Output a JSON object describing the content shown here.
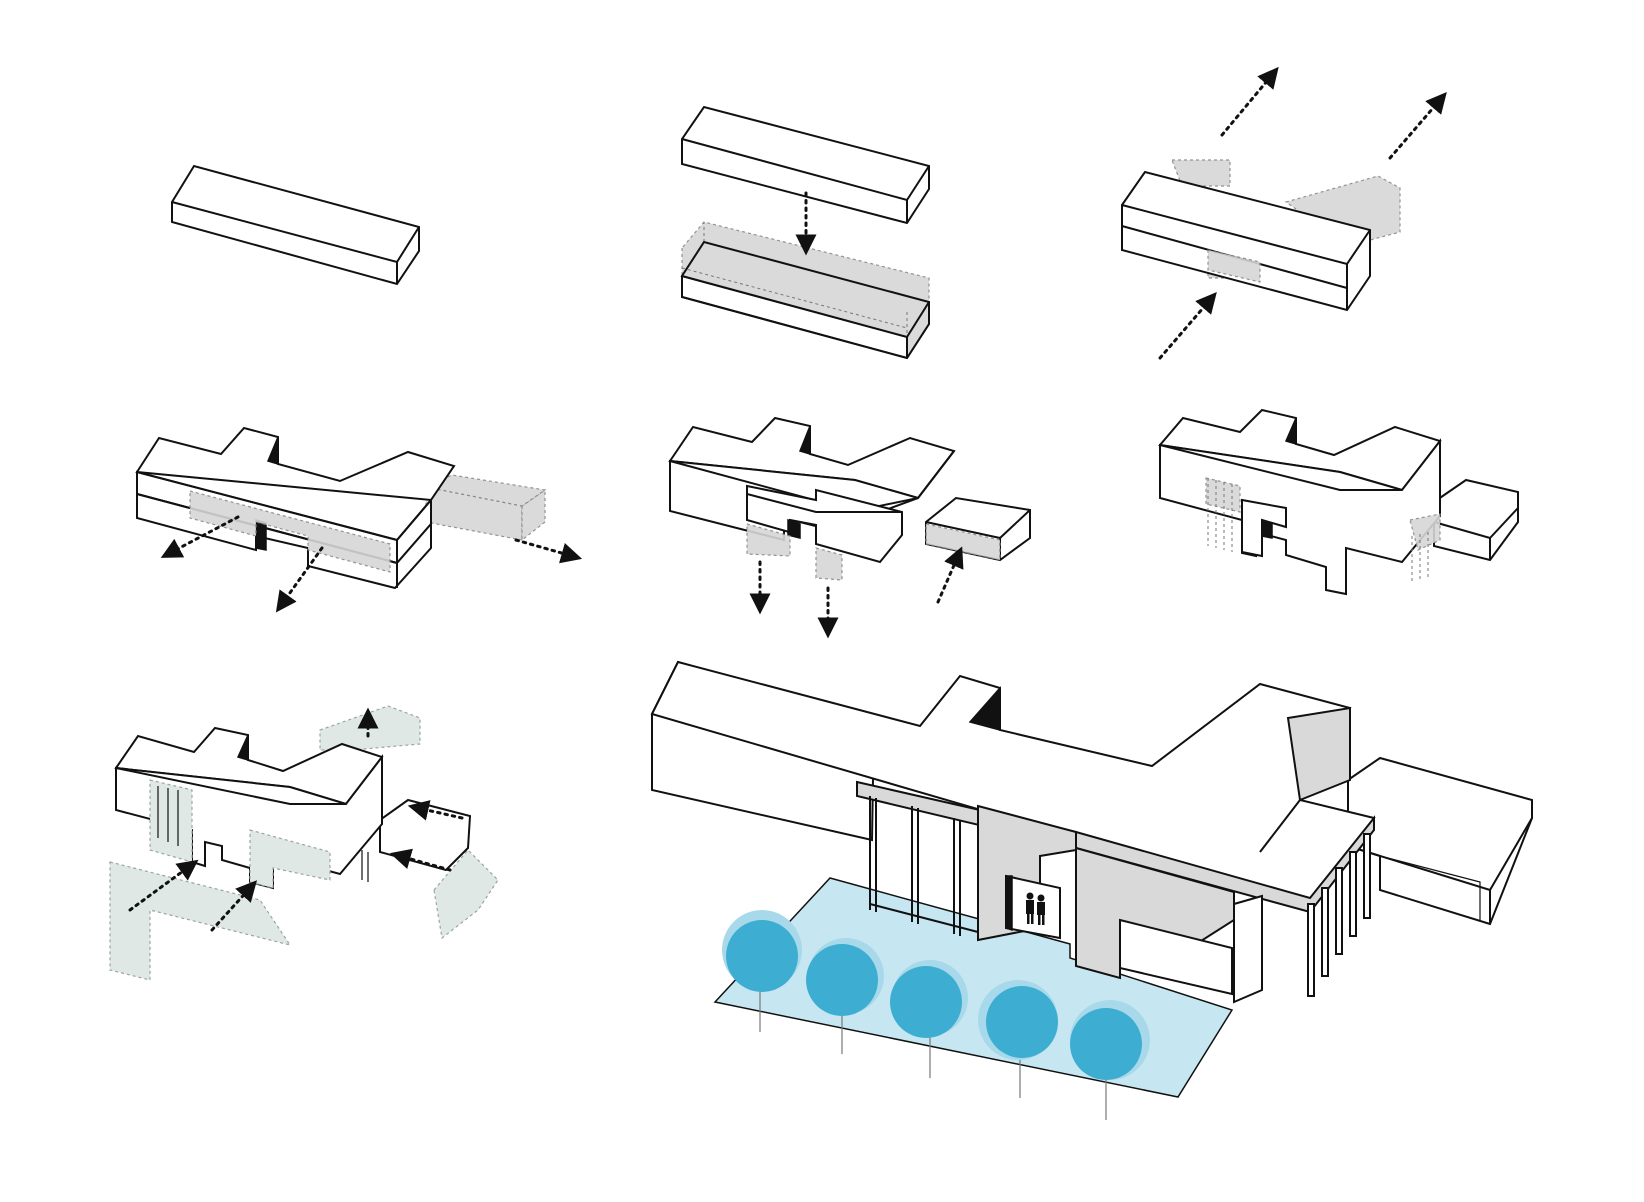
{
  "diagram": {
    "steps": [
      {
        "id": 1,
        "depicts": "single-bar-volume"
      },
      {
        "id": 2,
        "depicts": "bar-stacked-above-bar"
      },
      {
        "id": 3,
        "depicts": "two-storey-bar-with-extrusions"
      },
      {
        "id": 4,
        "depicts": "cross-plan-with-subtractions"
      },
      {
        "id": 5,
        "depicts": "volumes-pushed-down"
      },
      {
        "id": 6,
        "depicts": "carved-ground-floor"
      },
      {
        "id": 7,
        "depicts": "facade-planes-applied"
      },
      {
        "id": 8,
        "depicts": "final-building-with-pool-and-trees"
      }
    ],
    "colors": {
      "line": "#111111",
      "ghost_volume": "#d6d6d6",
      "facade_plane": "#dfe8e5",
      "pool": "#c6e7f1",
      "tree": "#3daed2",
      "tree_halo": "#a8d9ea",
      "background": "#ffffff"
    },
    "icons": [
      "dotted-arrow-icon",
      "person-silhouette-icon",
      "tree-icon"
    ]
  }
}
